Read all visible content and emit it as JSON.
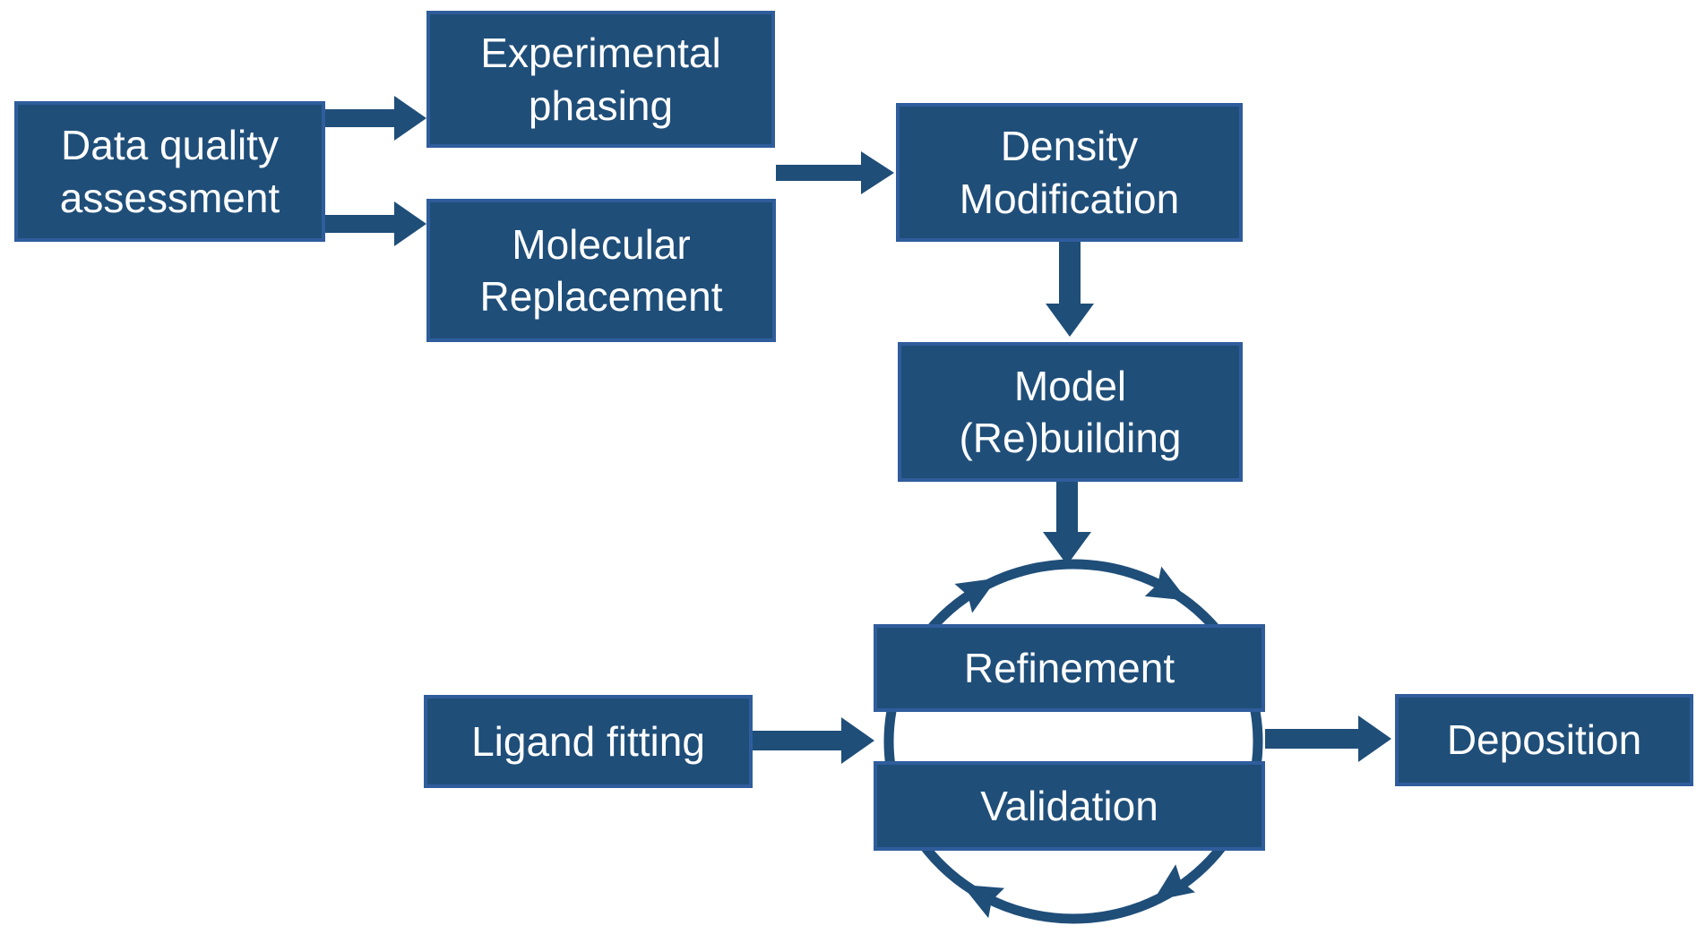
{
  "diagram": {
    "background": "#ffffff",
    "colors": {
      "box_fill": "#1F4E79",
      "box_border": "#2F5D9C",
      "arrow": "#1F4E79",
      "text": "#FFFFFF"
    },
    "nodes": {
      "data_quality": {
        "line1": "Data quality",
        "line2": "assessment"
      },
      "experimental_phasing": {
        "line1": "Experimental",
        "line2": "phasing"
      },
      "molecular_replacement": {
        "line1": "Molecular",
        "line2": "Replacement"
      },
      "density_modification": {
        "line1": "Density",
        "line2": "Modification"
      },
      "model_rebuilding": {
        "line1": "Model",
        "line2": "(Re)building"
      },
      "refinement": {
        "line1": "Refinement"
      },
      "validation": {
        "line1": "Validation"
      },
      "ligand_fitting": {
        "line1": "Ligand fitting"
      },
      "deposition": {
        "line1": "Deposition"
      }
    },
    "edges": [
      {
        "from": "Data quality assessment",
        "to": "Experimental phasing",
        "type": "straight-arrow"
      },
      {
        "from": "Data quality assessment",
        "to": "Molecular Replacement",
        "type": "straight-arrow"
      },
      {
        "from": "Experimental phasing / Molecular Replacement",
        "to": "Density Modification",
        "type": "straight-arrow"
      },
      {
        "from": "Density Modification",
        "to": "Model (Re)building",
        "type": "straight-arrow"
      },
      {
        "from": "Model (Re)building",
        "to": "Refinement-Validation cycle",
        "type": "straight-arrow"
      },
      {
        "from": "Ligand fitting",
        "to": "Refinement-Validation cycle",
        "type": "straight-arrow"
      },
      {
        "from": "Refinement-Validation cycle",
        "to": "Deposition",
        "type": "straight-arrow"
      }
    ],
    "cycle": {
      "nodes": [
        "Refinement",
        "Validation"
      ],
      "direction": "clockwise",
      "arrowheads": 4
    }
  }
}
